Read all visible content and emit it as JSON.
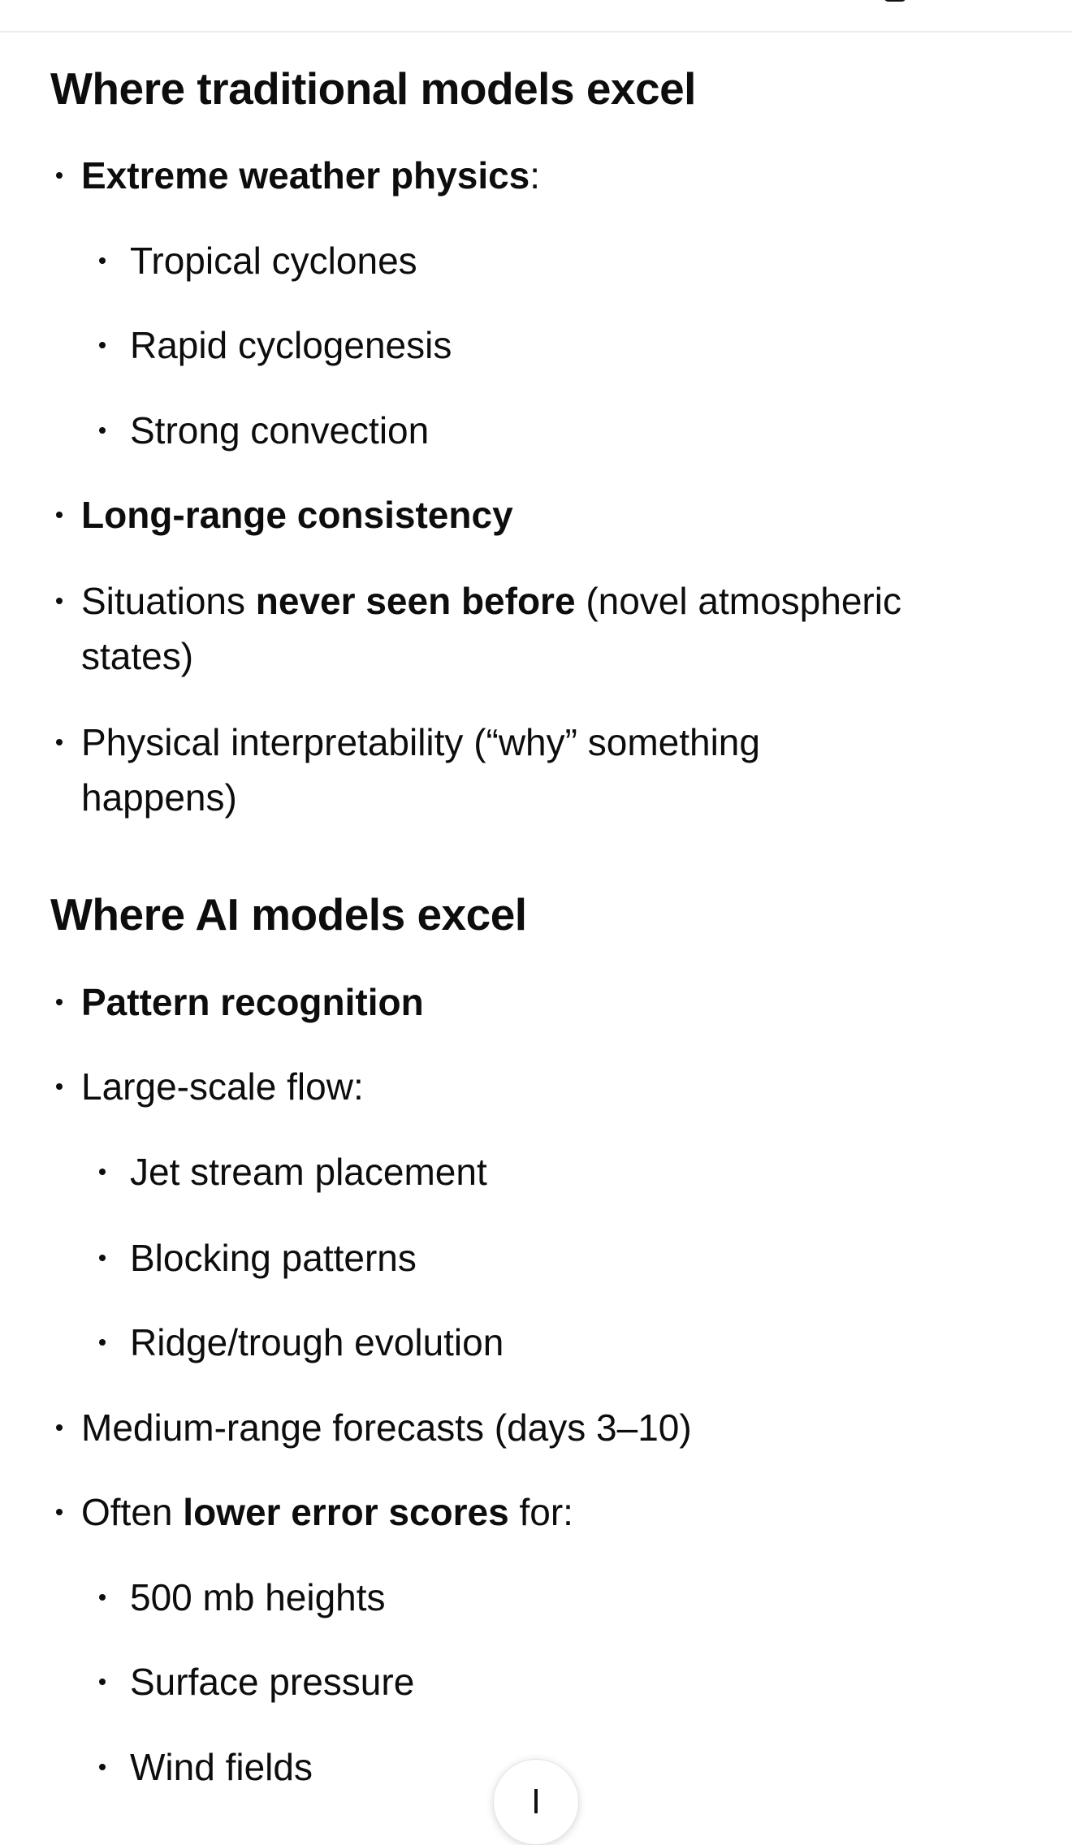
{
  "section1": {
    "heading": "Where traditional models excel",
    "items": [
      {
        "bold": "Extreme weather physics",
        "after": ":",
        "sub": [
          "Tropical cyclones",
          "Rapid cyclogenesis",
          "Strong convection"
        ]
      },
      {
        "bold": "Long-range consistency"
      },
      {
        "before": "Situations ",
        "bold": "never seen before",
        "after": " (novel atmospheric states)"
      },
      {
        "text": "Physical interpretability (“why” something happens)"
      }
    ]
  },
  "section2": {
    "heading": "Where AI models excel",
    "items": [
      {
        "bold": "Pattern recognition"
      },
      {
        "text": "Large-scale flow:",
        "sub": [
          "Jet stream placement",
          "Blocking patterns",
          "Ridge/trough evolution"
        ]
      },
      {
        "text": "Medium-range forecasts (days 3–10)"
      },
      {
        "before": "Often ",
        "bold": "lower error scores",
        "after": " for:",
        "sub": [
          "500 mb heights",
          "Surface pressure",
          "Wind fields"
        ]
      }
    ]
  }
}
